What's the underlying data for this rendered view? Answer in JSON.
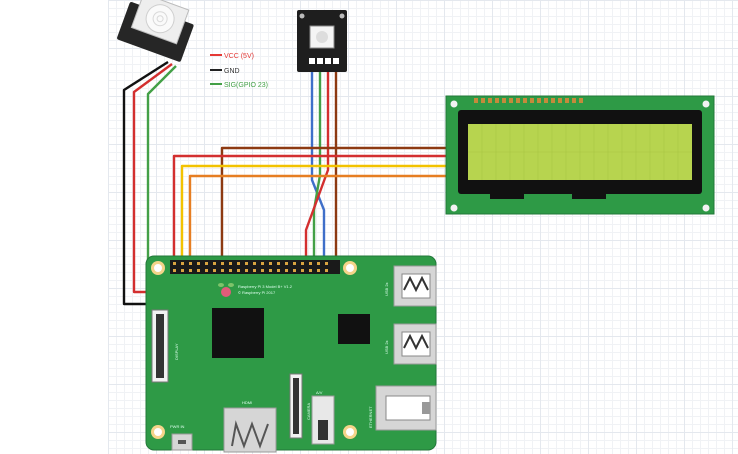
{
  "diagram": {
    "pir_sensor": {
      "pin_labels": [
        {
          "text": "VCC (5V)",
          "color": "#e53935"
        },
        {
          "text": "GND",
          "color": "#222222"
        },
        {
          "text": "SIG(GPIO 23)",
          "color": "#43a047"
        }
      ]
    },
    "raspberry_pi": {
      "board_color": "#2e9a46",
      "silk_title": "Raspberry Pi 3 Model B+ V1.2",
      "silk_copyright": "© Raspberry Pi 2017",
      "usb_labels": [
        "USB 2x",
        "USB 2x"
      ],
      "ethernet_label": "ETHERNET",
      "display_label": "DISPLAY",
      "camera_label": "CAMERA",
      "audio_label": "A/V",
      "hdmi_label": "HDMI",
      "power_label": "PWR IN"
    },
    "lcd": {
      "screen_color": "#b7d44f",
      "board_color": "#2e9a46"
    },
    "wire_colors": {
      "red": "#d32f2f",
      "black": "#111111",
      "green": "#43a047",
      "brown": "#8d3a12",
      "yellow": "#f2c200",
      "orange": "#e67e22",
      "blue": "#3f6fc9"
    }
  }
}
